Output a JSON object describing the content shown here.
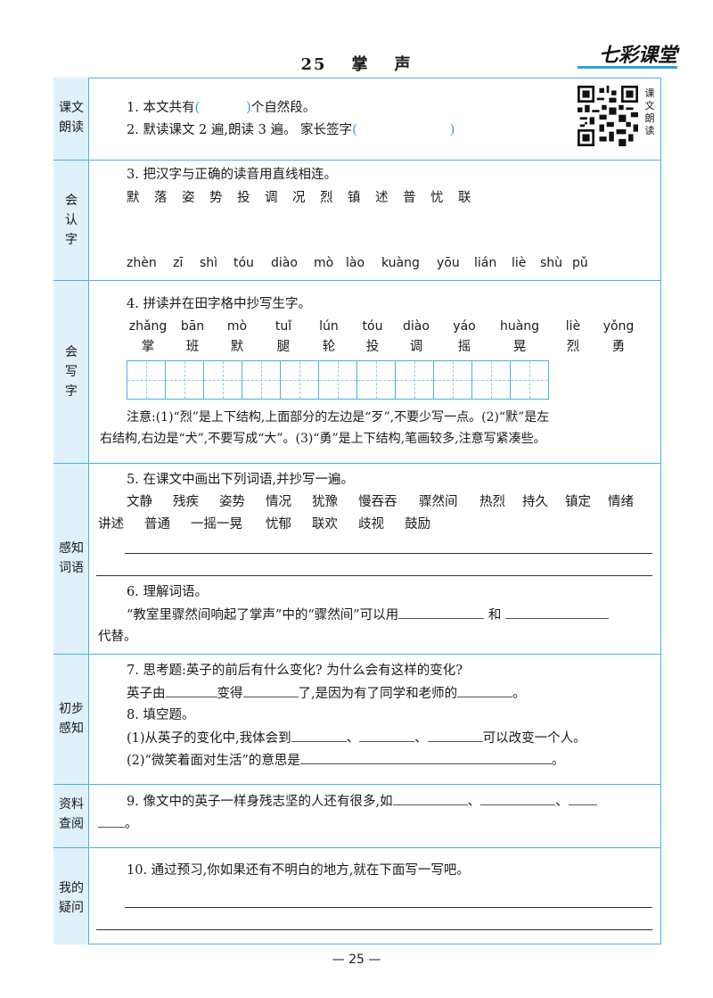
{
  "header": {
    "title_num": "25",
    "title_a": "掌",
    "title_b": "声",
    "brand": "七彩课堂"
  },
  "qr_label": [
    "课",
    "文",
    "朗",
    "读"
  ],
  "sections": {
    "s1": {
      "label_a": "课文",
      "label_b": "朗读"
    },
    "s2": {
      "label_a": "会",
      "label_b": "认",
      "label_c": "字"
    },
    "s3": {
      "label_a": "会",
      "label_b": "写",
      "label_c": "字"
    },
    "s4": {
      "label_a": "感知",
      "label_b": "词语"
    },
    "s5": {
      "label_a": "初步",
      "label_b": "感知"
    },
    "s6": {
      "label_a": "资料",
      "label_b": "查阅"
    },
    "s7": {
      "label_a": "我的",
      "label_b": "疑问"
    }
  },
  "q1": {
    "a": "1. 本文共有",
    "paren_open": "(",
    "paren_close": ")",
    "b": "个自然段。"
  },
  "q2": {
    "a": "2. 默读课文 2 遍,朗读 3 遍。  家长签字",
    "paren_open": "(",
    "paren_close": ")"
  },
  "q3": {
    "text": "3. 把汉字与正确的读音用直线相连。",
    "chars": [
      "默",
      "落",
      "姿",
      "势",
      "投",
      "调",
      "况",
      "烈",
      "镇",
      "述",
      "普",
      "忧",
      "联"
    ],
    "pinyin": [
      "zhèn",
      "zī",
      "shì",
      "tóu",
      "diào",
      "mò",
      "lào",
      "kuàng",
      "yōu",
      "lián",
      "liè",
      "shù",
      "pǔ"
    ]
  },
  "q4": {
    "text": "4. 拼读并在田字格中抄写生字。",
    "pinyin": [
      "zhǎng",
      "bān",
      "mò",
      "tuǐ",
      "lún",
      "tóu",
      "diào",
      "yáo",
      "huàng",
      "liè",
      "yǒng"
    ],
    "chars": [
      "掌",
      "班",
      "默",
      "腿",
      "轮",
      "投",
      "调",
      "摇",
      "晃",
      "烈",
      "勇"
    ],
    "note_1": "注意:(1)“烈”是上下结构,上面部分的左边是“歹”,不要少写一点。(2)“默”是左",
    "note_2": "右结构,右边是“犬”,不要写成“大”。(3)“勇”是上下结构,笔画较多,注意写紧凑些。"
  },
  "q5": {
    "text": "5. 在课文中画出下列词语,并抄写一遍。",
    "words_1": [
      "文静",
      "残疾",
      "姿势",
      "情况",
      "犹豫",
      "慢吞吞",
      "骤然间",
      "热烈",
      "持久",
      "镇定",
      "情绪"
    ],
    "words_2": [
      "讲述",
      "普通",
      "一摇一晃",
      "忧郁",
      "联欢",
      "歧视",
      "鼓励"
    ]
  },
  "q6": {
    "text": "6. 理解词语。",
    "line_a": "“教室里骤然间响起了掌声”中的“骤然间”可以用",
    "and": "和",
    "line_b": "代替。"
  },
  "q7": {
    "text": "7. 思考题:英子的前后有什么变化? 为什么会有这样的变化?",
    "a": "英子由",
    "b": "变得",
    "c": "了,是因为有了同学和老师的",
    "d": "。"
  },
  "q8": {
    "text": "8. 填空题。",
    "l1_a": "(1)从英子的变化中,我体会到",
    "sep": "、",
    "l1_b": "可以改变一个人。",
    "l2_a": "(2)“微笑着面对生活”的意思是",
    "l2_b": "。"
  },
  "q9": {
    "text": "9. 像文中的英子一样身残志坚的人还有很多,如",
    "sep": "、",
    "end": "。"
  },
  "q10": {
    "text": "10. 通过预习,你如果还有不明白的地方,就在下面写一写吧。"
  },
  "footer": {
    "page": "— 25 —"
  }
}
